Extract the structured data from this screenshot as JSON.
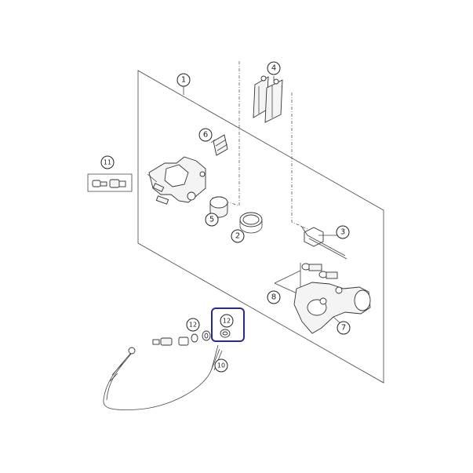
{
  "callouts": {
    "c1": "1",
    "c2": "2",
    "c3": "3",
    "c4": "4",
    "c5": "5",
    "c6": "6",
    "c7": "7",
    "c8": "8",
    "c10": "10",
    "c11": "11",
    "c12a": "12",
    "c12b": "12"
  },
  "highlight": {
    "target": "12",
    "color": "#2a2a8c"
  }
}
